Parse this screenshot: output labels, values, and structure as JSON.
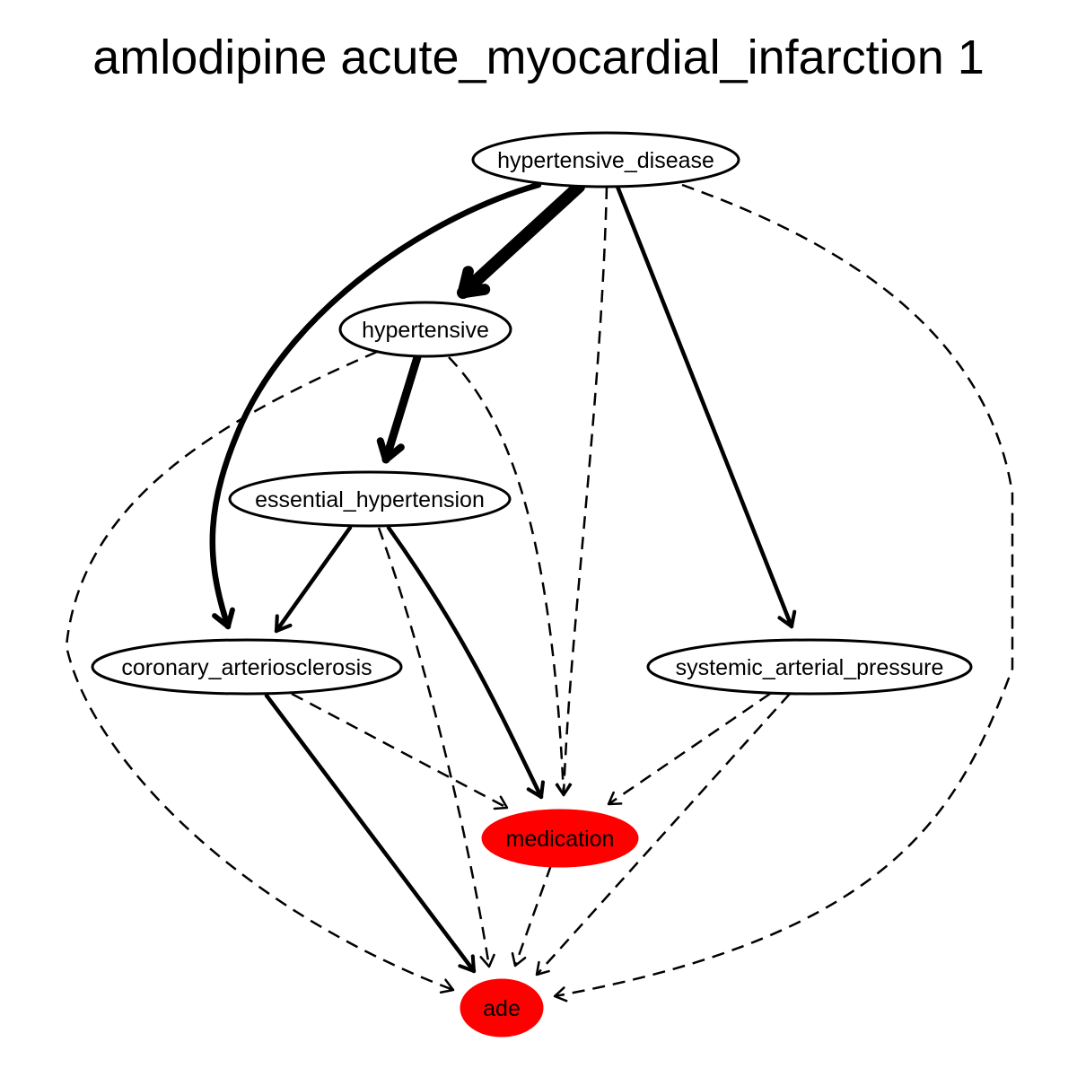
{
  "title": "amlodipine acute_myocardial_infarction 1",
  "colors": {
    "default_node_fill": "#ffffff",
    "highlight_node_fill": "#ff0000",
    "stroke": "#000000"
  },
  "nodes": [
    {
      "id": "hypertensive_disease",
      "label": "hypertensive_disease",
      "highlight": false
    },
    {
      "id": "hypertensive",
      "label": "hypertensive",
      "highlight": false
    },
    {
      "id": "essential_hypertension",
      "label": "essential_hypertension",
      "highlight": false
    },
    {
      "id": "coronary_arteriosclerosis",
      "label": "coronary_arteriosclerosis",
      "highlight": false
    },
    {
      "id": "systemic_arterial_pressure",
      "label": "systemic_arterial_pressure",
      "highlight": false
    },
    {
      "id": "medication",
      "label": "medication",
      "highlight": true
    },
    {
      "id": "ade",
      "label": "ade",
      "highlight": true
    }
  ],
  "edges": [
    {
      "from": "hypertensive_disease",
      "to": "hypertensive",
      "style": "solid",
      "weight": 5
    },
    {
      "from": "hypertensive_disease",
      "to": "coronary_arteriosclerosis",
      "style": "solid",
      "weight": 3
    },
    {
      "from": "hypertensive_disease",
      "to": "medication",
      "style": "dashed",
      "weight": 1
    },
    {
      "from": "hypertensive_disease",
      "to": "systemic_arterial_pressure",
      "style": "solid",
      "weight": 2
    },
    {
      "from": "hypertensive_disease",
      "to": "ade",
      "style": "dashed",
      "weight": 1
    },
    {
      "from": "hypertensive",
      "to": "essential_hypertension",
      "style": "solid",
      "weight": 4
    },
    {
      "from": "hypertensive",
      "to": "ade",
      "style": "dashed",
      "weight": 1
    },
    {
      "from": "hypertensive",
      "to": "medication",
      "style": "dashed",
      "weight": 1
    },
    {
      "from": "essential_hypertension",
      "to": "coronary_arteriosclerosis",
      "style": "solid",
      "weight": 2
    },
    {
      "from": "essential_hypertension",
      "to": "ade",
      "style": "dashed",
      "weight": 1
    },
    {
      "from": "essential_hypertension",
      "to": "medication",
      "style": "solid",
      "weight": 2
    },
    {
      "from": "coronary_arteriosclerosis",
      "to": "medication",
      "style": "dashed",
      "weight": 1
    },
    {
      "from": "coronary_arteriosclerosis",
      "to": "ade",
      "style": "solid",
      "weight": 2
    },
    {
      "from": "systemic_arterial_pressure",
      "to": "medication",
      "style": "dashed",
      "weight": 1
    },
    {
      "from": "systemic_arterial_pressure",
      "to": "ade",
      "style": "dashed",
      "weight": 1
    },
    {
      "from": "medication",
      "to": "ade",
      "style": "dashed",
      "weight": 1
    }
  ]
}
